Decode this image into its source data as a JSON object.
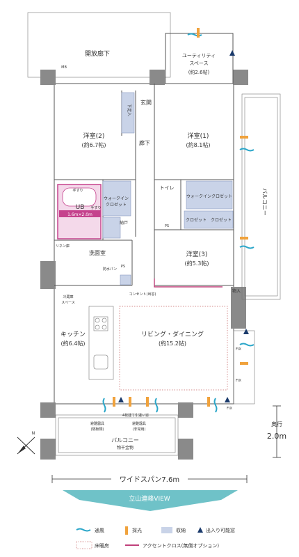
{
  "rooms": {
    "corridor_open": "開放廊下",
    "mb": "MB",
    "utility": "ユーティリティ\nスペース",
    "utility_size": "(約2.6帖)",
    "genkan": "玄関",
    "shoebox": "下足入",
    "room2": "洋室(2)",
    "room2_size": "(約6.7帖)",
    "hallway": "廊下",
    "room1": "洋室(1)",
    "room1_size": "(約8.1帖)",
    "balcony_right": "バルコニー",
    "toilet": "トイレ",
    "walkin_left": "ウォークイン\nクロゼット",
    "walkin_right": "ウォークインクロゼット",
    "closet1": "クロゼット",
    "closet2": "クロゼット",
    "nando": "納戸",
    "ps1": "PS",
    "ps2": "PS",
    "ub": "UB",
    "ub_size": "1.6m×2.0m",
    "tesuri1": "手すり",
    "tesuri2": "手すり",
    "linen": "リネン庫",
    "senmen": "洗面室",
    "washer": "防水パン",
    "room3": "洋室(3)",
    "room3_size": "(約5.3帖)",
    "mono": "物入",
    "fridge": "冷蔵庫\nスペース",
    "kitchen": "キッチン",
    "kitchen_size": "(約6.4帖)",
    "ld": "リビング・ダイニング",
    "ld_size": "(約15.2帖)",
    "cons_note": "コンセント(出窓)",
    "fix1": "FIX",
    "fix2": "FIX",
    "fix3": "FIX",
    "escape1": "避難器具\n(隔板類)",
    "escape2": "避難器具\n(非常用)",
    "window_note": "4枚建て引違い窓",
    "balcony_bottom": "バルコニー",
    "hanger": "物干金物",
    "depth_label": "奥行",
    "depth_value": "2.0m",
    "wide_span": "ワイドスパン7.6m",
    "view": "立山連峰VIEW"
  },
  "legend": {
    "wind": "通風",
    "light": "採光",
    "storage": "収納",
    "door": "出入り可能窓",
    "floor_heating": "床暖房",
    "accent": "アクセントクロス(無償オプション)"
  },
  "colors": {
    "storage": "#c9d3e8",
    "ub_border": "#c5428d",
    "ub_fill": "#f4d9ea",
    "accent_line": "#c0407a",
    "wind": "#2aa6c9",
    "light": "#f0a23c",
    "view_band": "#6fc2c8",
    "floor_heating": "#d48b8b"
  }
}
